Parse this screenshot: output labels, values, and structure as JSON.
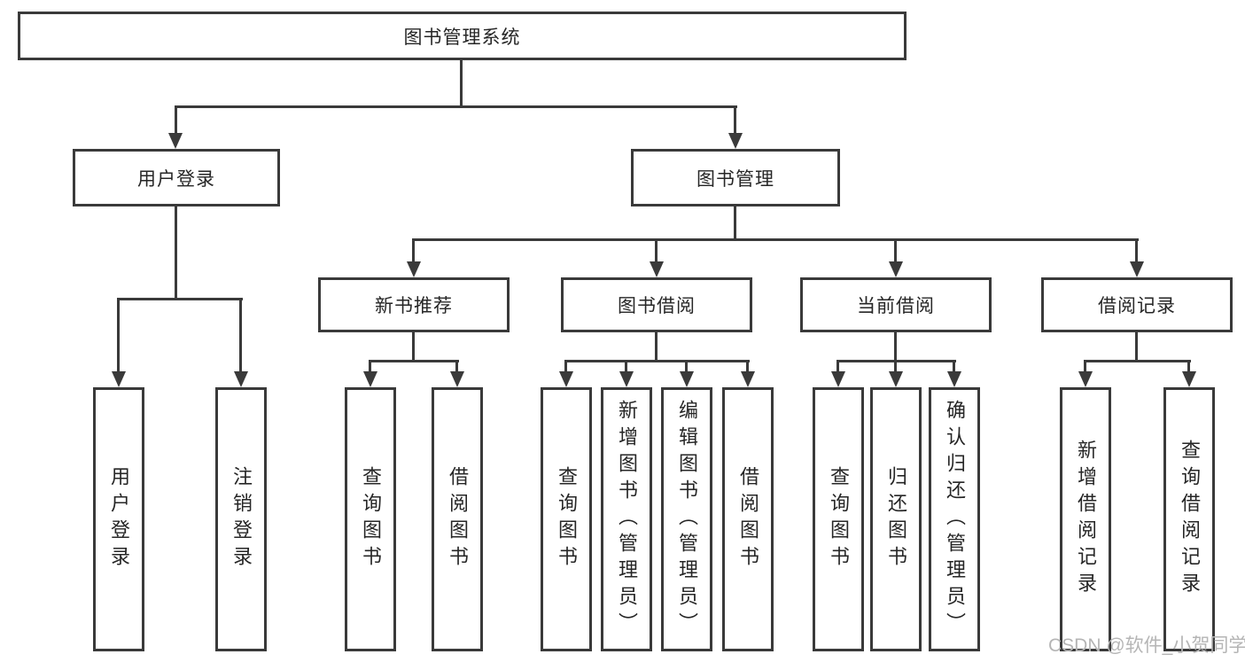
{
  "tree": {
    "label": "图书管理系统",
    "children": [
      {
        "label": "用户登录",
        "children": [
          {
            "label": "用户登录"
          },
          {
            "label": "注销登录"
          }
        ]
      },
      {
        "label": "图书管理",
        "children": [
          {
            "label": "新书推荐",
            "children": [
              {
                "label": "查询图书"
              },
              {
                "label": "借阅图书"
              }
            ]
          },
          {
            "label": "图书借阅",
            "children": [
              {
                "label": "查询图书"
              },
              {
                "label": "新增图书（管理员）"
              },
              {
                "label": "编辑图书（管理员）"
              },
              {
                "label": "借阅图书"
              }
            ]
          },
          {
            "label": "当前借阅",
            "children": [
              {
                "label": "查询图书"
              },
              {
                "label": "归还图书"
              },
              {
                "label": "确认归还（管理员）"
              }
            ]
          },
          {
            "label": "借阅记录",
            "children": [
              {
                "label": "新增借阅记录"
              },
              {
                "label": "查询借阅记录"
              }
            ]
          }
        ]
      }
    ]
  },
  "watermark": {
    "text": "CSDN @软件_小贺同学"
  },
  "colors": {
    "line": "#3a3a3a",
    "text": "#262626",
    "watermark": "#b5b5b5",
    "background": "#ffffff"
  }
}
